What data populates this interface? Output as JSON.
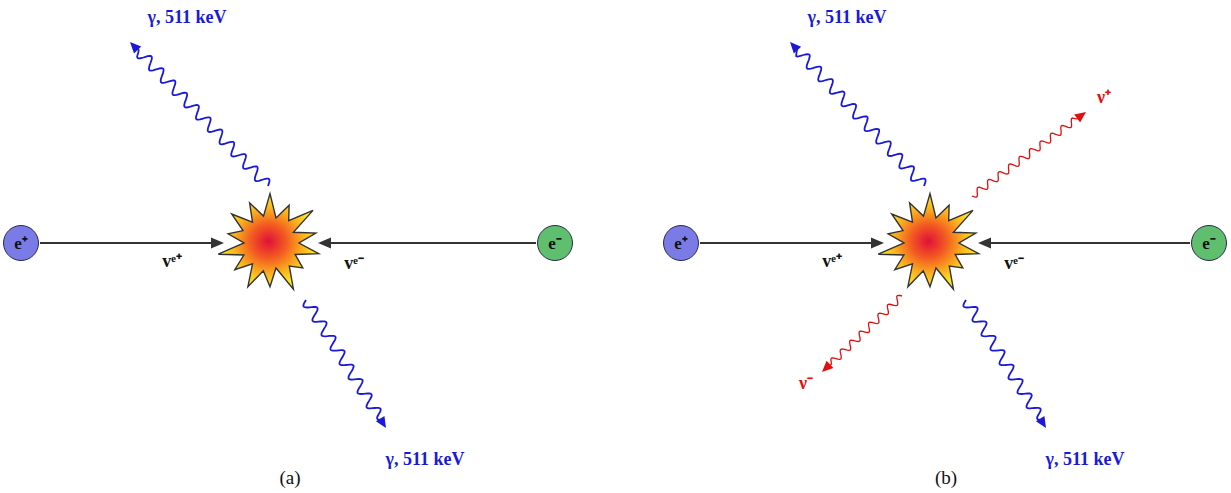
{
  "diagram": {
    "nodes": [
      {
        "text": [
          "e⁺"
        ]
      },
      {
        "text": [
          "e⁻"
        ]
      },
      {
        "text": [
          "e⁺"
        ]
      },
      {
        "text": [
          "e⁻"
        ]
      }
    ],
    "labels": [
      "γ, 511 keV",
      "vᵉ⁺",
      "vᵉ⁻",
      "γ, 511 keV",
      "(a)",
      "γ, 511 keV",
      "ν⁺",
      "vᵉ⁺",
      "vᵉ⁻",
      "ν⁻",
      "γ, 511 keV",
      "(b)"
    ]
  }
}
